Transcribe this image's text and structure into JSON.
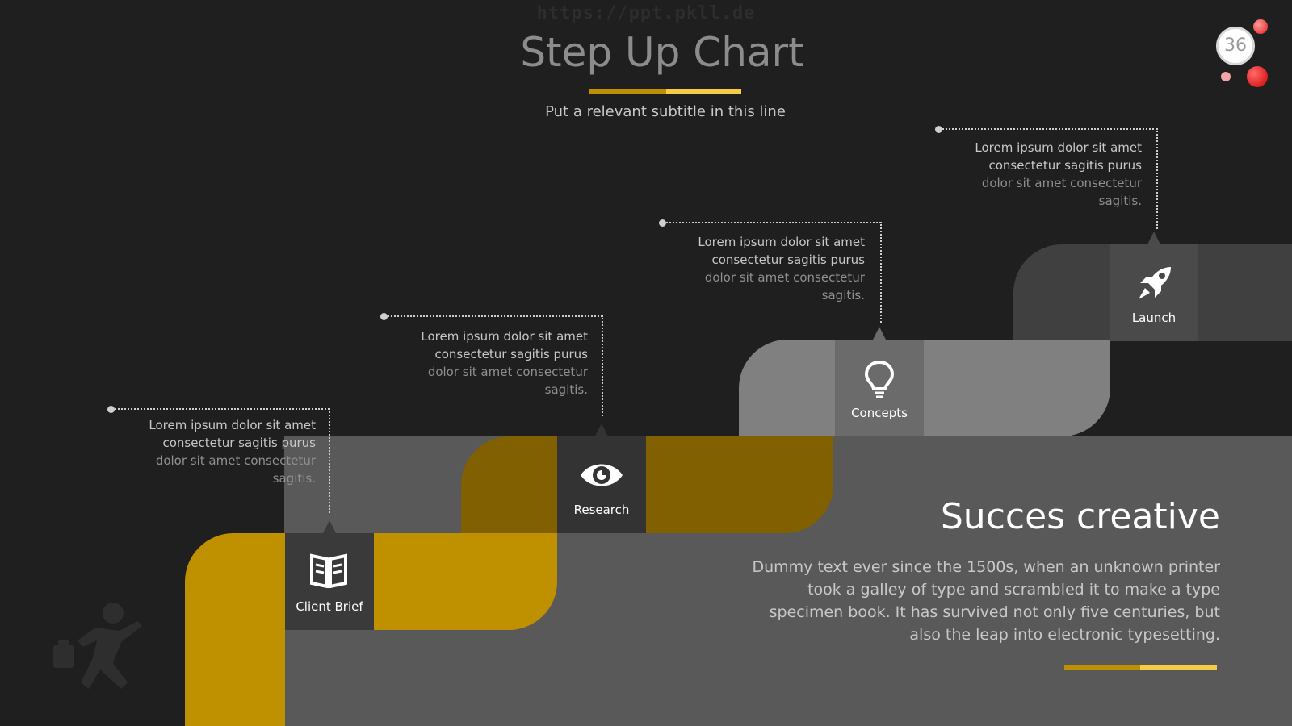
{
  "watermark": "https://ppt.pkll.de",
  "title": "Step Up Chart",
  "subtitle": "Put a relevant subtitle in this line",
  "page_number": "36",
  "steps": [
    {
      "label": "Client Brief",
      "icon": "book-icon",
      "text_line1": "Lorem ipsum dolor sit amet consectetur sagitis purus",
      "text_line2": "dolor sit amet consectetur sagitis."
    },
    {
      "label": "Research",
      "icon": "eye-icon",
      "text_line1": "Lorem ipsum dolor sit amet consectetur sagitis purus",
      "text_line2": "dolor sit amet consectetur sagitis."
    },
    {
      "label": "Concepts",
      "icon": "lightbulb-icon",
      "text_line1": "Lorem ipsum dolor sit amet consectetur sagitis purus",
      "text_line2": "dolor sit amet consectetur sagitis."
    },
    {
      "label": "Launch",
      "icon": "rocket-icon",
      "text_line1": "Lorem ipsum dolor sit amet consectetur sagitis purus",
      "text_line2": "dolor sit amet consectetur sagitis."
    }
  ],
  "success": {
    "title": "Succes creative",
    "body": "Dummy text ever since the 1500s, when an unknown printer took a galley of type and scrambled it to make a type specimen book. It has survived not only five centuries, but also the leap into electronic typesetting."
  },
  "colors": {
    "background": "#1f1f20",
    "gold": "#bf9100",
    "dark_gold": "#806000",
    "light_gold": "#f6cc45",
    "gray_step": "#808080",
    "dark_gray_step": "#404040",
    "base_gray": "#595959",
    "icon_box": "#3a3a3a"
  }
}
